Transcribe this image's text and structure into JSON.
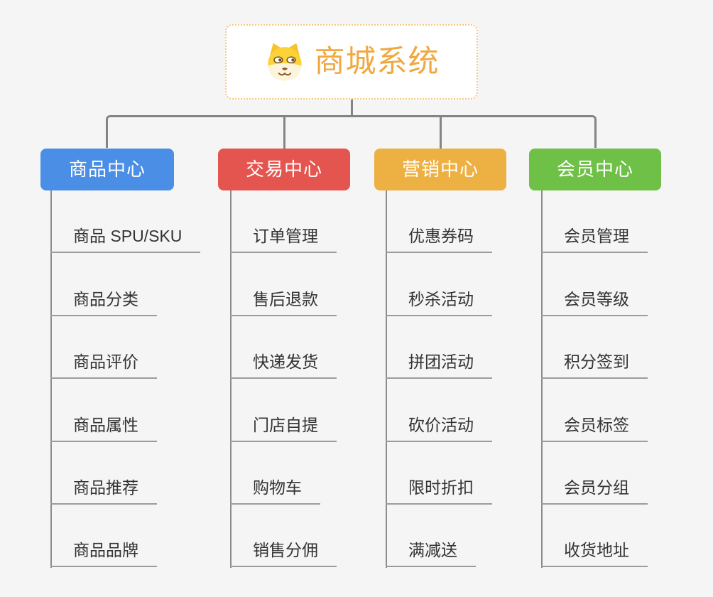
{
  "page": {
    "background_color": "#f5f5f5",
    "connector_color": "#848484"
  },
  "root": {
    "title": "商城系统",
    "icon": "dog-face-icon",
    "text_color": "#f0a840",
    "border_color": "#f6c77d"
  },
  "branches": [
    {
      "label": "商品中心",
      "color": "#4a8ee6",
      "items": [
        "商品 SPU/SKU",
        "商品分类",
        "商品评价",
        "商品属性",
        "商品推荐",
        "商品品牌"
      ]
    },
    {
      "label": "交易中心",
      "color": "#e5554f",
      "items": [
        "订单管理",
        "售后退款",
        "快递发货",
        "门店自提",
        "购物车",
        "销售分佣"
      ]
    },
    {
      "label": "营销中心",
      "color": "#edb043",
      "items": [
        "优惠券码",
        "秒杀活动",
        "拼团活动",
        "砍价活动",
        "限时折扣",
        "满减送"
      ]
    },
    {
      "label": "会员中心",
      "color": "#6ec047",
      "items": [
        "会员管理",
        "会员等级",
        "积分签到",
        "会员标签",
        "会员分组",
        "收货地址"
      ]
    }
  ]
}
